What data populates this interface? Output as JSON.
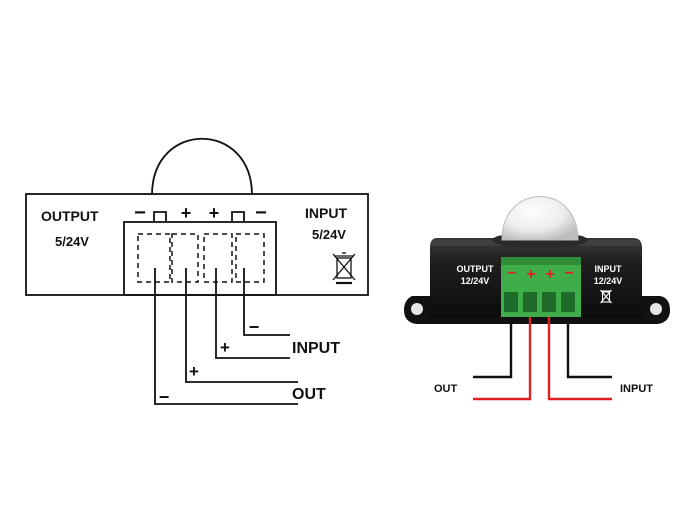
{
  "schematic": {
    "output_label": "OUTPUT",
    "output_voltage": "5/24V",
    "input_label": "INPUT",
    "input_voltage": "5/24V",
    "terminal_signs": [
      "−",
      "+",
      "+",
      "−"
    ],
    "wire_signs": [
      "−",
      "+",
      "+",
      "−"
    ],
    "lead_input_label": "INPUT",
    "lead_out_label": "OUT",
    "icon": "weee-bin-icon"
  },
  "photo": {
    "output_label": "OUTPUT",
    "output_voltage": "12/24V",
    "input_label": "INPUT",
    "input_voltage": "12/24V",
    "terminal_signs": [
      "−",
      "+",
      "+",
      "−"
    ],
    "out_label": "OUT",
    "input_lead_label": "INPUT",
    "icon": "weee-bin-icon",
    "colors": {
      "housing": "#1f1f1f",
      "terminal_block": "#3fae4a",
      "dome": "#f2f2f2",
      "positive_wire": "#e02020",
      "negative_wire": "#111111"
    }
  }
}
